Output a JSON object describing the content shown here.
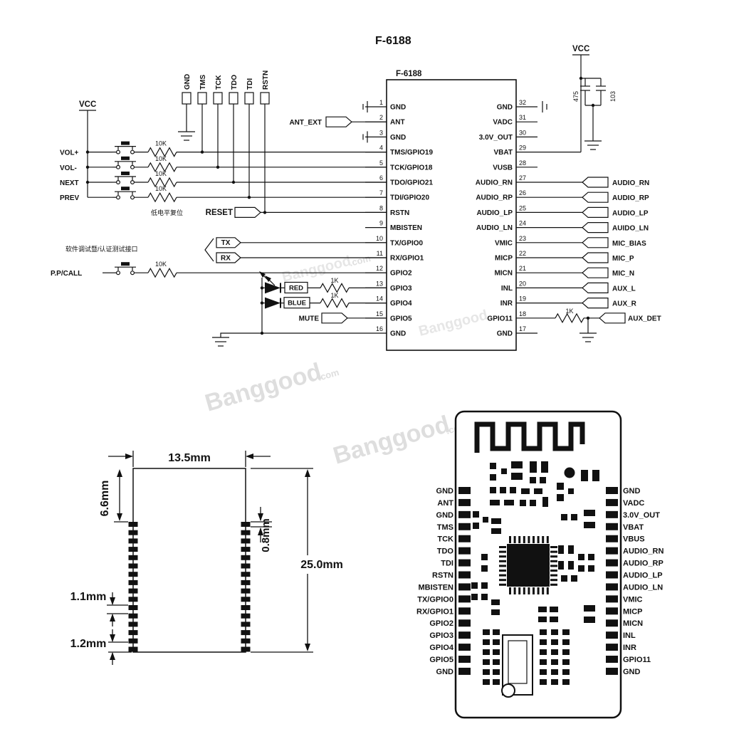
{
  "title": "F-6188",
  "watermark": {
    "text": "Banggood",
    "suffix": ".com"
  },
  "schematic": {
    "ic_label": "F-6188",
    "vcc_left": "VCC",
    "vcc_right": "VCC",
    "ant_ext_label": "ANT_EXT",
    "header_labels": [
      "GND",
      "TMS",
      "TCK",
      "TDO",
      "TDI",
      "RSTN"
    ],
    "buttons": [
      {
        "label": "VOL+",
        "resistor": "10K"
      },
      {
        "label": "VOL-",
        "resistor": "10K"
      },
      {
        "label": "NEXT",
        "resistor": "10K"
      },
      {
        "label": "PREV",
        "resistor": "10K"
      }
    ],
    "ppcall": {
      "label": "P.P/CALL",
      "resistor": "10K"
    },
    "reset_note": "低电平复位",
    "reset_label": "RESET",
    "debug_note": "软件调试暨/认证测试接口",
    "tx_label": "TX",
    "rx_label": "RX",
    "leds": [
      {
        "label": "RED",
        "resistor": "1K"
      },
      {
        "label": "BLUE",
        "resistor": "1K"
      }
    ],
    "mute_label": "MUTE",
    "caps": [
      "475",
      "103"
    ],
    "left_pins": [
      {
        "num": "1",
        "name": "GND"
      },
      {
        "num": "2",
        "name": "ANT"
      },
      {
        "num": "3",
        "name": "GND"
      },
      {
        "num": "4",
        "name": "TMS/GPIO19"
      },
      {
        "num": "5",
        "name": "TCK/GPIO18"
      },
      {
        "num": "6",
        "name": "TDO/GPIO21"
      },
      {
        "num": "7",
        "name": "TDI/GPIO20"
      },
      {
        "num": "8",
        "name": "RSTN"
      },
      {
        "num": "9",
        "name": "MBISTEN"
      },
      {
        "num": "10",
        "name": "TX/GPIO0"
      },
      {
        "num": "11",
        "name": "RX/GPIO1"
      },
      {
        "num": "12",
        "name": "GPIO2"
      },
      {
        "num": "13",
        "name": "GPIO3"
      },
      {
        "num": "14",
        "name": "GPIO4"
      },
      {
        "num": "15",
        "name": "GPIO5"
      },
      {
        "num": "16",
        "name": "GND"
      }
    ],
    "right_pins": [
      {
        "num": "32",
        "name": "GND"
      },
      {
        "num": "31",
        "name": "VADC"
      },
      {
        "num": "30",
        "name": "3.0V_OUT"
      },
      {
        "num": "29",
        "name": "VBAT"
      },
      {
        "num": "28",
        "name": "VUSB"
      },
      {
        "num": "27",
        "name": "AUDIO_RN"
      },
      {
        "num": "26",
        "name": "AUDIO_RP"
      },
      {
        "num": "25",
        "name": "AUDIO_LP"
      },
      {
        "num": "24",
        "name": "AUDIO_LN"
      },
      {
        "num": "23",
        "name": "VMIC"
      },
      {
        "num": "22",
        "name": "MICP"
      },
      {
        "num": "21",
        "name": "MICN"
      },
      {
        "num": "20",
        "name": "INL"
      },
      {
        "num": "19",
        "name": "INR"
      },
      {
        "num": "18",
        "name": "GPIO11"
      },
      {
        "num": "17",
        "name": "GND"
      }
    ],
    "right_flags": [
      "AUDIO_RN",
      "AUDIO_RP",
      "AUDIO_LP",
      "AUIDO_LN",
      "MIC_BIAS",
      "MIC_P",
      "MIC_N",
      "AUX_L",
      "AUX_R"
    ],
    "aux_det": {
      "label": "AUX_DET",
      "resistor": "1K"
    }
  },
  "dimensions": {
    "width": "13.5mm",
    "top_gap": "6.6mm",
    "pad_width": "0.8mm",
    "pad_pitch": "1.1mm",
    "bottom_gap": "1.2mm",
    "height": "25.0mm"
  },
  "module": {
    "left_pins": [
      "GND",
      "ANT",
      "GND",
      "TMS",
      "TCK",
      "TDO",
      "TDI",
      "RSTN",
      "MBISTEN",
      "TX/GPIO0",
      "RX/GPIO1",
      "GPIO2",
      "GPIO3",
      "GPIO4",
      "GPIO5",
      "GND"
    ],
    "right_pins": [
      "GND",
      "VADC",
      "3.0V_OUT",
      "VBAT",
      "VBUS",
      "AUDIO_RN",
      "AUDIO_RP",
      "AUDIO_LP",
      "AUDIO_LN",
      "VMIC",
      "MICP",
      "MICN",
      "INL",
      "INR",
      "GPIO11",
      "GND"
    ]
  }
}
